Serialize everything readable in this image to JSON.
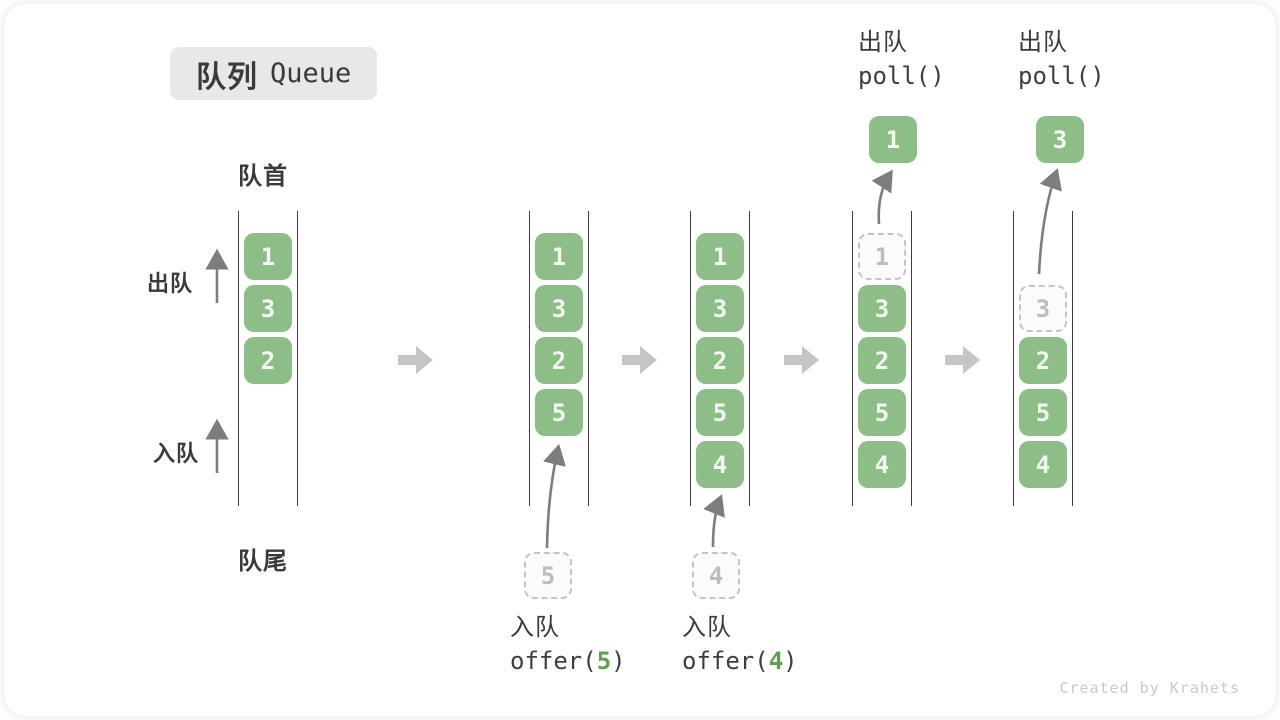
{
  "title": {
    "zh": "队列",
    "en": "Queue"
  },
  "side_labels": {
    "front": "队首",
    "rear": "队尾",
    "dequeue": "出队",
    "enqueue": "入队"
  },
  "colors": {
    "block_green": "#8ebe87",
    "block_text": "#f4f8f3",
    "dashed_border": "#c5c5c5",
    "dashed_text": "#bdbdbd",
    "rail": "#3d3d3d",
    "arrow": "#7d7d7d",
    "block_arrow": "#c5c5c5",
    "badge_bg": "#e8e8e8",
    "text_dark": "#3a3a3a",
    "accent_green": "#5fa050"
  },
  "queues": [
    {
      "name": "state-initial",
      "cells": [
        {
          "value": "1",
          "style": "solid",
          "row": 0
        },
        {
          "value": "3",
          "style": "solid",
          "row": 1
        },
        {
          "value": "2",
          "style": "solid",
          "row": 2
        }
      ]
    },
    {
      "name": "state-after-offer-5",
      "cells": [
        {
          "value": "1",
          "style": "solid",
          "row": 0
        },
        {
          "value": "3",
          "style": "solid",
          "row": 1
        },
        {
          "value": "2",
          "style": "solid",
          "row": 2
        },
        {
          "value": "5",
          "style": "solid",
          "row": 3
        }
      ],
      "incoming": {
        "value": "5"
      }
    },
    {
      "name": "state-after-offer-4",
      "cells": [
        {
          "value": "1",
          "style": "solid",
          "row": 0
        },
        {
          "value": "3",
          "style": "solid",
          "row": 1
        },
        {
          "value": "2",
          "style": "solid",
          "row": 2
        },
        {
          "value": "5",
          "style": "solid",
          "row": 3
        },
        {
          "value": "4",
          "style": "solid",
          "row": 4
        }
      ],
      "incoming": {
        "value": "4"
      }
    },
    {
      "name": "state-after-poll-1",
      "cells": [
        {
          "value": "1",
          "style": "dashed",
          "row": 0
        },
        {
          "value": "3",
          "style": "solid",
          "row": 1
        },
        {
          "value": "2",
          "style": "solid",
          "row": 2
        },
        {
          "value": "5",
          "style": "solid",
          "row": 3
        },
        {
          "value": "4",
          "style": "solid",
          "row": 4
        }
      ],
      "outgoing": {
        "value": "1"
      }
    },
    {
      "name": "state-after-poll-3",
      "cells": [
        {
          "value": "3",
          "style": "dashed",
          "row": 1
        },
        {
          "value": "2",
          "style": "solid",
          "row": 2
        },
        {
          "value": "5",
          "style": "solid",
          "row": 3
        },
        {
          "value": "4",
          "style": "solid",
          "row": 4
        }
      ],
      "outgoing": {
        "value": "3"
      }
    }
  ],
  "operations": [
    {
      "type": "enqueue",
      "label": "入队",
      "code": [
        "offer(",
        "5",
        ")"
      ]
    },
    {
      "type": "enqueue",
      "label": "入队",
      "code": [
        "offer(",
        "4",
        ")"
      ]
    },
    {
      "type": "dequeue",
      "label": "出队",
      "code": "poll()"
    },
    {
      "type": "dequeue",
      "label": "出队",
      "code": "poll()"
    }
  ],
  "watermark": "Created by Krahets"
}
